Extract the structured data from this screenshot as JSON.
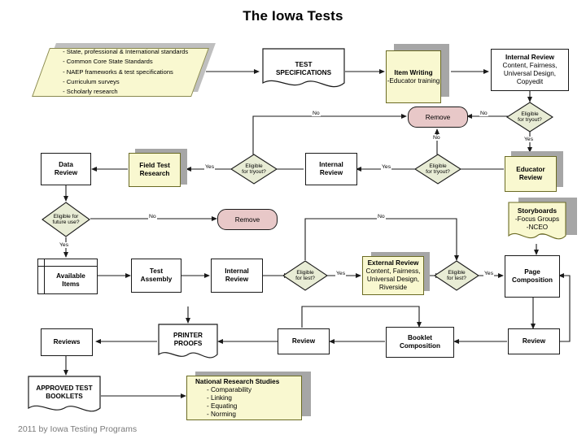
{
  "title": "The Iowa Tests",
  "footer": "2011 by Iowa Testing Programs",
  "colors": {
    "yellow_fill": "#f9f8d0",
    "yellow_border": "#6b6b24",
    "remove_fill": "#e8c8c8",
    "diamond_fill": "#e8ecd5",
    "shadow": "#a6a6a6",
    "stroke": "#1a1a1a"
  },
  "nodes": {
    "standards_input": {
      "lines": [
        "- State, professional & International standards",
        "- Common Core State Standards",
        "- NAEP frameworks & test specifications",
        "- Curriculum surveys",
        "- Scholarly research"
      ]
    },
    "test_specifications": {
      "line1": "TEST",
      "line2": "SPECIFICATIONS"
    },
    "item_writing": {
      "head": "Item Writing",
      "sub": "-Educator training"
    },
    "internal_review_top": {
      "head": "Internal Review",
      "l1": "Content, Fairness,",
      "l2": "Universal Design,",
      "l3": "Copyedit"
    },
    "eligible_tryout_1": {
      "l1": "Eligible",
      "l2": "for tryout?"
    },
    "remove_top": {
      "label": "Remove"
    },
    "educator_review": {
      "l1": "Educator",
      "l2": "Review"
    },
    "eligible_tryout_2": {
      "l1": "Eligible",
      "l2": "for tryout?"
    },
    "internal_review_2": {
      "l1": "Internal",
      "l2": "Review"
    },
    "eligible_tryout_3": {
      "l1": "Eligible",
      "l2": "for tryout?"
    },
    "field_test_research": {
      "l1": "Field Test",
      "l2": "Research"
    },
    "data_review": {
      "l1": "Data",
      "l2": "Review"
    },
    "eligible_future_use": {
      "l1": "Eligible for",
      "l2": "future use?"
    },
    "remove_mid": {
      "label": "Remove"
    },
    "available_items": {
      "l1": "Available",
      "l2": "Items"
    },
    "test_assembly": {
      "l1": "Test",
      "l2": "Assembly"
    },
    "internal_review_3": {
      "l1": "Internal",
      "l2": "Review"
    },
    "eligible_test_1": {
      "l1": "Eligible",
      "l2": "for test?"
    },
    "external_review": {
      "head": "External Review",
      "l1": "Content, Fairness,",
      "l2": "Universal Design,",
      "l3": "Riverside"
    },
    "eligible_test_2": {
      "l1": "Eligible",
      "l2": "for test?"
    },
    "storyboards": {
      "head": "Storyboards",
      "l1": "-Focus Groups",
      "l2": "-NCEO"
    },
    "page_composition": {
      "l1": "Page",
      "l2": "Composition"
    },
    "review_right": {
      "label": "Review"
    },
    "booklet_composition": {
      "l1": "Booklet",
      "l2": "Composition"
    },
    "review_mid": {
      "label": "Review"
    },
    "printer_proofs": {
      "l1": "PRINTER",
      "l2": "PROOFS"
    },
    "reviews_left": {
      "label": "Reviews"
    },
    "approved_test_booklets": {
      "l1": "APPROVED TEST",
      "l2": "BOOKLETS"
    },
    "national_research_studies": {
      "head": "National Research Studies",
      "l1": "- Comparability",
      "l2": "- Linking",
      "l3": "- Equating",
      "l4": "- Norming"
    }
  },
  "edge_labels": {
    "no_1": "No",
    "yes_1": "Yes",
    "no_2": "No",
    "yes_2": "Yes",
    "no_3": "No",
    "yes_3": "Yes",
    "yes_future": "Yes",
    "no_future": "No",
    "yes_test_1": "Yes",
    "no_test": "No",
    "yes_test_2": "Yes"
  }
}
